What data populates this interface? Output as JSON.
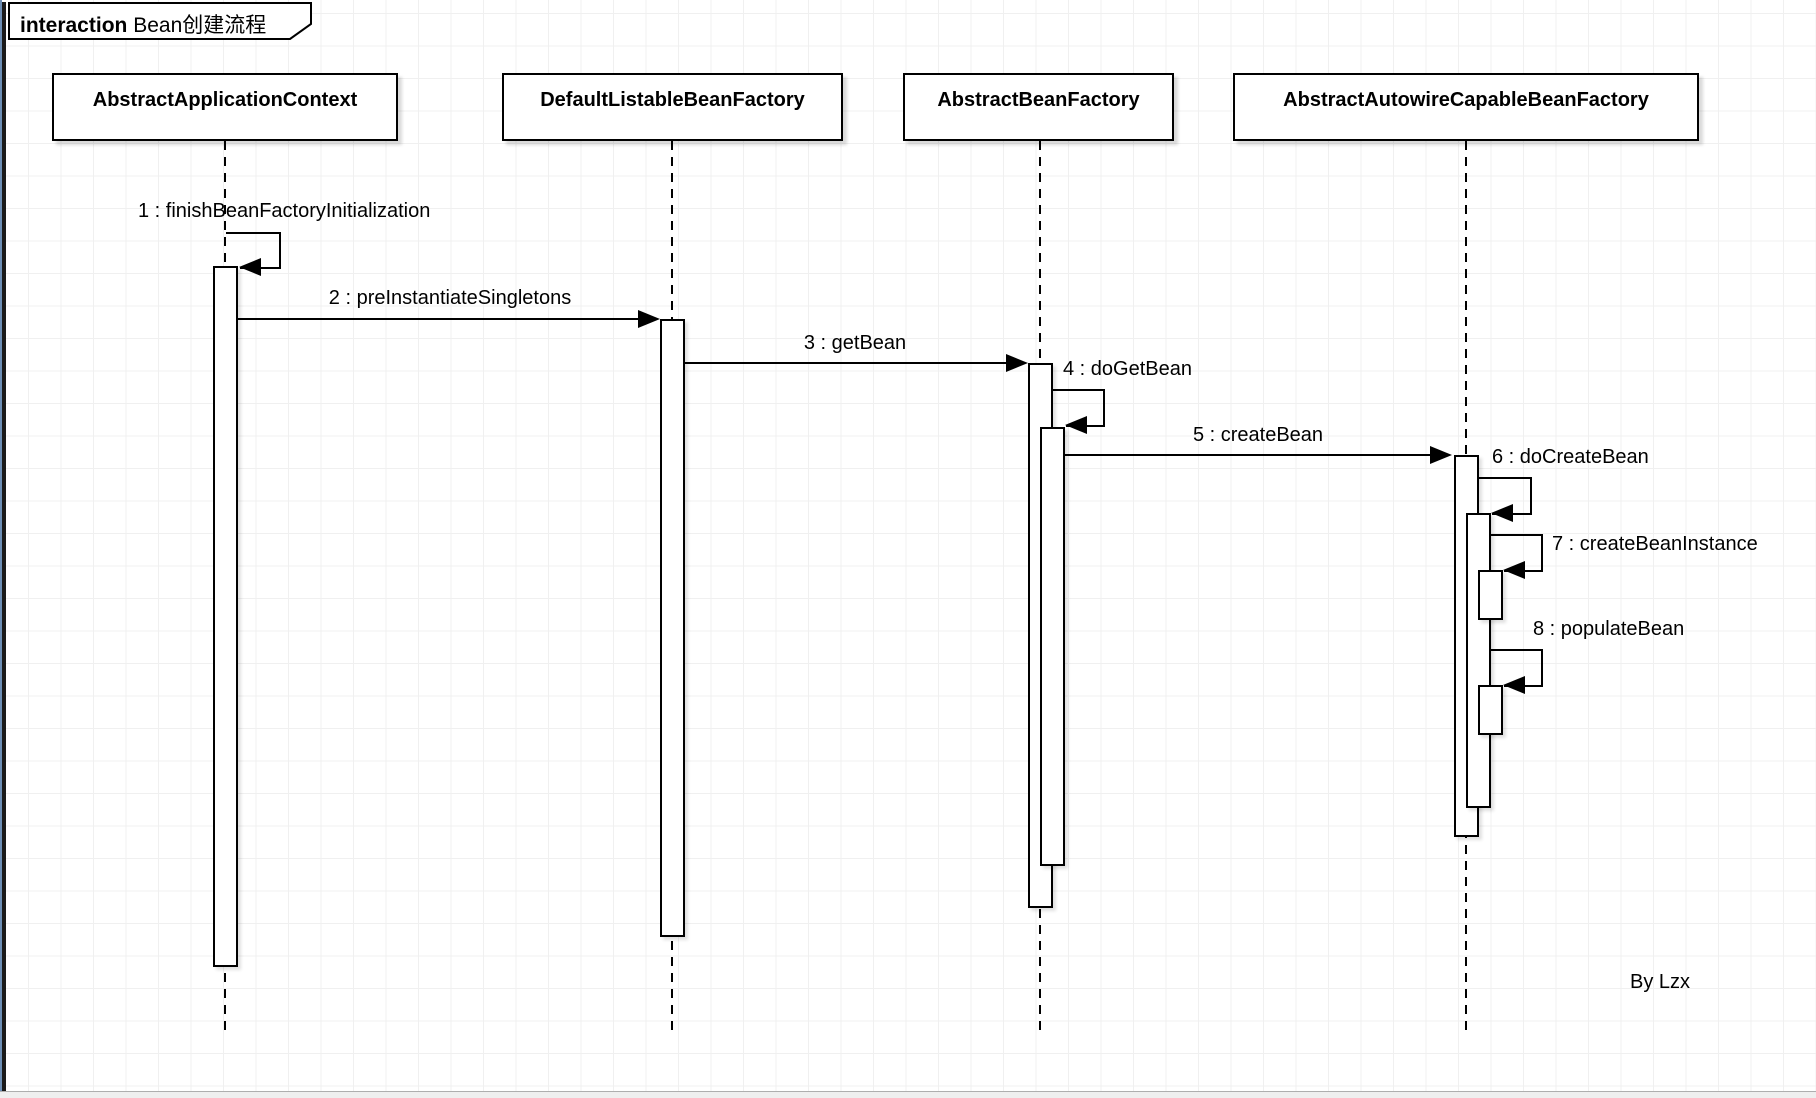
{
  "frame": {
    "keyword": "interaction",
    "title": "Bean创建流程"
  },
  "participants": [
    {
      "name": "AbstractApplicationContext"
    },
    {
      "name": "DefaultListableBeanFactory"
    },
    {
      "name": "AbstractBeanFactory"
    },
    {
      "name": "AbstractAutowireCapableBeanFactory"
    }
  ],
  "messages": [
    {
      "label": "1 : finishBeanFactoryInitialization",
      "type": "self",
      "from": "AbstractApplicationContext",
      "to": "AbstractApplicationContext"
    },
    {
      "label": "2 : preInstantiateSingletons",
      "type": "call",
      "from": "AbstractApplicationContext",
      "to": "DefaultListableBeanFactory"
    },
    {
      "label": "3 : getBean",
      "type": "call",
      "from": "DefaultListableBeanFactory",
      "to": "AbstractBeanFactory"
    },
    {
      "label": "4 : doGetBean",
      "type": "self",
      "from": "AbstractBeanFactory",
      "to": "AbstractBeanFactory"
    },
    {
      "label": "5 : createBean",
      "type": "call",
      "from": "AbstractBeanFactory",
      "to": "AbstractAutowireCapableBeanFactory"
    },
    {
      "label": "6 : doCreateBean",
      "type": "self",
      "from": "AbstractAutowireCapableBeanFactory",
      "to": "AbstractAutowireCapableBeanFactory"
    },
    {
      "label": "7 : createBeanInstance",
      "type": "self",
      "from": "AbstractAutowireCapableBeanFactory",
      "to": "AbstractAutowireCapableBeanFactory"
    },
    {
      "label": "8 : populateBean",
      "type": "self",
      "from": "AbstractAutowireCapableBeanFactory",
      "to": "AbstractAutowireCapableBeanFactory"
    }
  ],
  "signature": "By Lzx",
  "colors": {
    "stroke": "#000000",
    "shape_fill": "#ffffff",
    "grid": "#f0f0f0",
    "canvas_edge_blue": "#6d8eb5",
    "frame_border": "#1a1a1a"
  }
}
